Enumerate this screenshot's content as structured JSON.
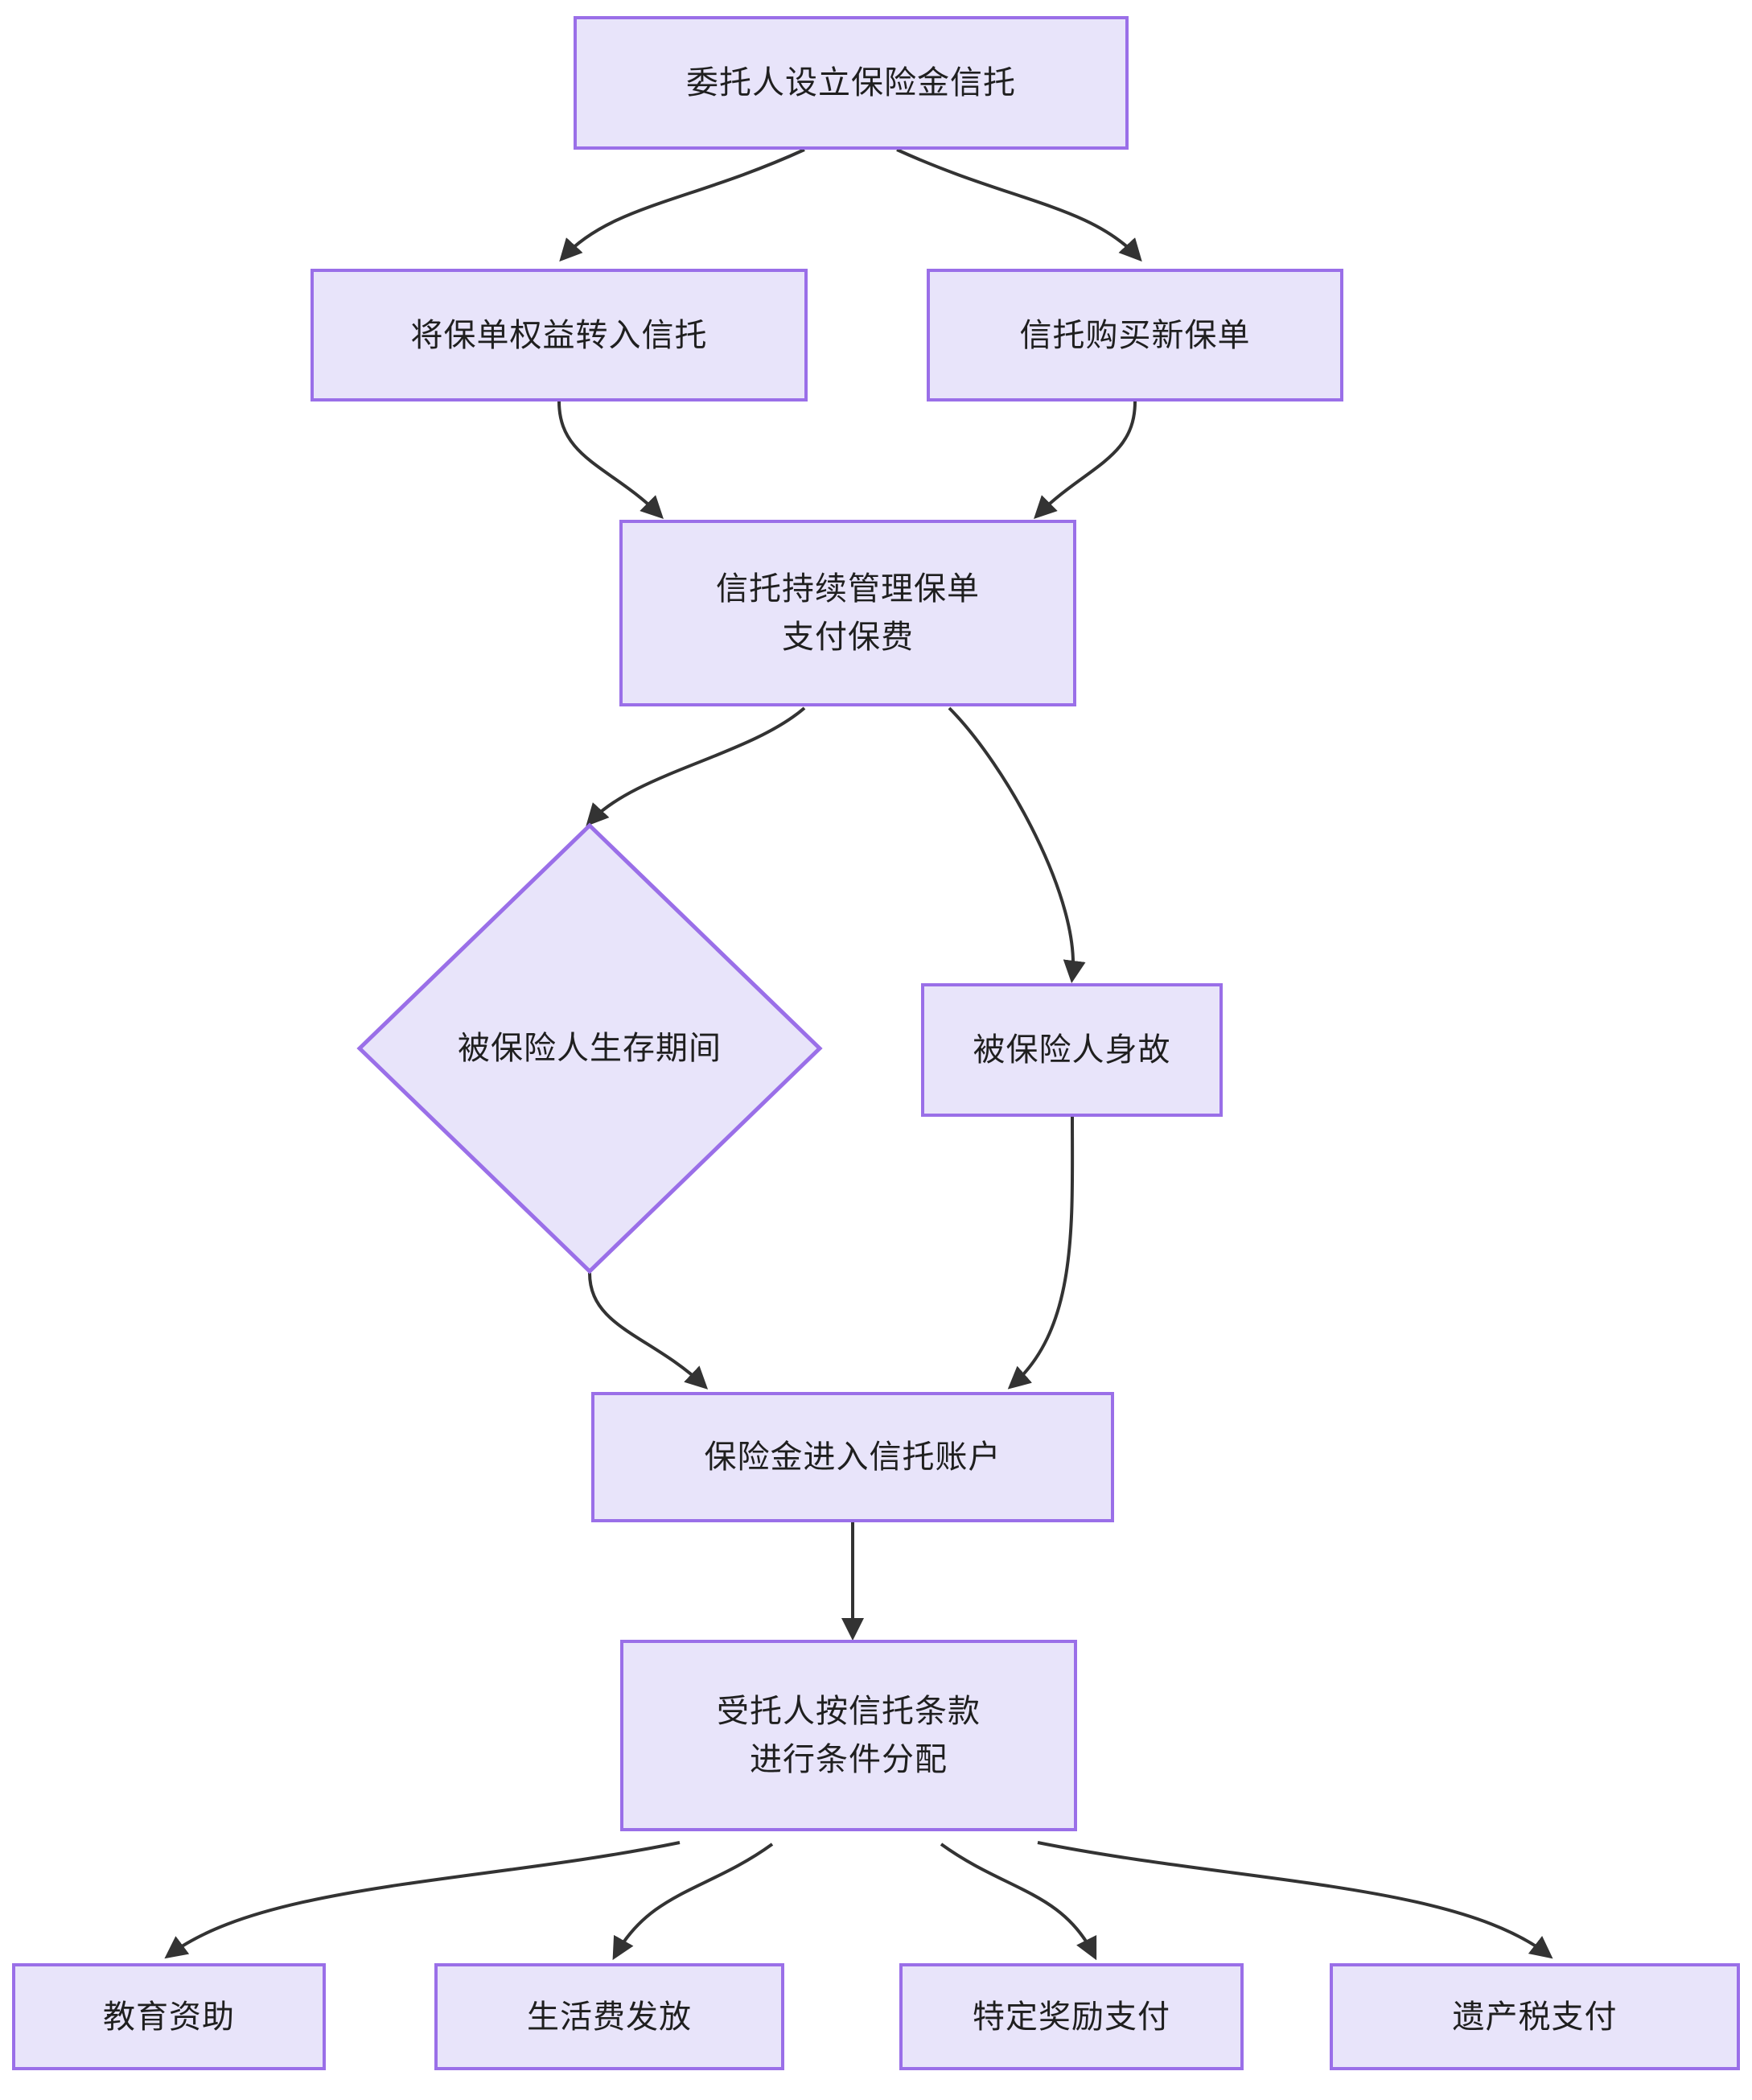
{
  "diagram": {
    "type": "flowchart",
    "title": "",
    "theme": {
      "node_fill": "#e8e4fa",
      "node_border": "#9a6fe8",
      "edge_color": "#333333",
      "text_color": "#1f1f1f",
      "background": "#ffffff"
    },
    "nodes": [
      {
        "id": "n1",
        "shape": "rect",
        "label": "委托人设立保险金信托"
      },
      {
        "id": "n2",
        "shape": "rect",
        "label": "将保单权益转入信托"
      },
      {
        "id": "n3",
        "shape": "rect",
        "label": "信托购买新保单"
      },
      {
        "id": "n4",
        "shape": "rect",
        "label": "信托持续管理保单\n支付保费"
      },
      {
        "id": "n5",
        "shape": "diamond",
        "label": "被保险人生存期间"
      },
      {
        "id": "n6",
        "shape": "rect",
        "label": "被保险人身故"
      },
      {
        "id": "n7",
        "shape": "rect",
        "label": "保险金进入信托账户"
      },
      {
        "id": "n8",
        "shape": "rect",
        "label": "受托人按信托条款\n进行条件分配"
      },
      {
        "id": "n9",
        "shape": "rect",
        "label": "教育资助"
      },
      {
        "id": "n10",
        "shape": "rect",
        "label": "生活费发放"
      },
      {
        "id": "n11",
        "shape": "rect",
        "label": "特定奖励支付"
      },
      {
        "id": "n12",
        "shape": "rect",
        "label": "遗产税支付"
      }
    ],
    "edges": [
      {
        "from": "n1",
        "to": "n2",
        "label": ""
      },
      {
        "from": "n1",
        "to": "n3",
        "label": ""
      },
      {
        "from": "n2",
        "to": "n4",
        "label": ""
      },
      {
        "from": "n3",
        "to": "n4",
        "label": ""
      },
      {
        "from": "n4",
        "to": "n5",
        "label": ""
      },
      {
        "from": "n4",
        "to": "n6",
        "label": ""
      },
      {
        "from": "n5",
        "to": "n7",
        "label": ""
      },
      {
        "from": "n6",
        "to": "n7",
        "label": ""
      },
      {
        "from": "n7",
        "to": "n8",
        "label": ""
      },
      {
        "from": "n8",
        "to": "n9",
        "label": ""
      },
      {
        "from": "n8",
        "to": "n10",
        "label": ""
      },
      {
        "from": "n8",
        "to": "n11",
        "label": ""
      },
      {
        "from": "n8",
        "to": "n12",
        "label": ""
      }
    ]
  }
}
